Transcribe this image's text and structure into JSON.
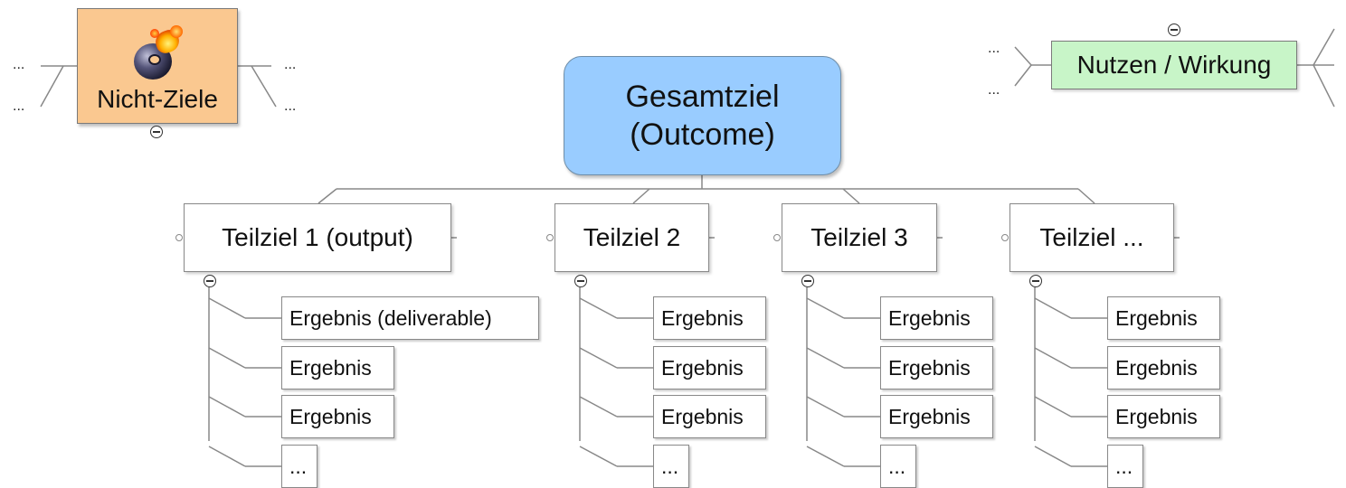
{
  "central": {
    "line1": "Gesamtziel",
    "line2": "(Outcome)"
  },
  "nicht_ziele": {
    "label": "Nicht-Ziele",
    "icon": "bomb-icon"
  },
  "nutzen": {
    "label": "Nutzen / Wirkung"
  },
  "ellipsis": "...",
  "teilziele": [
    {
      "label": "Teilziel 1 (output)",
      "results": [
        "Ergebnis (deliverable)",
        "Ergebnis",
        "Ergebnis",
        "..."
      ]
    },
    {
      "label": "Teilziel 2",
      "results": [
        "Ergebnis",
        "Ergebnis",
        "Ergebnis",
        "..."
      ]
    },
    {
      "label": "Teilziel 3",
      "results": [
        "Ergebnis",
        "Ergebnis",
        "Ergebnis",
        "..."
      ]
    },
    {
      "label": "Teilziel ...",
      "results": [
        "Ergebnis",
        "Ergebnis",
        "Ergebnis",
        "..."
      ]
    }
  ],
  "colors": {
    "central": "#99ccff",
    "nicht_ziele": "#fac890",
    "nutzen": "#c8f5c8",
    "connector": "#777777"
  }
}
